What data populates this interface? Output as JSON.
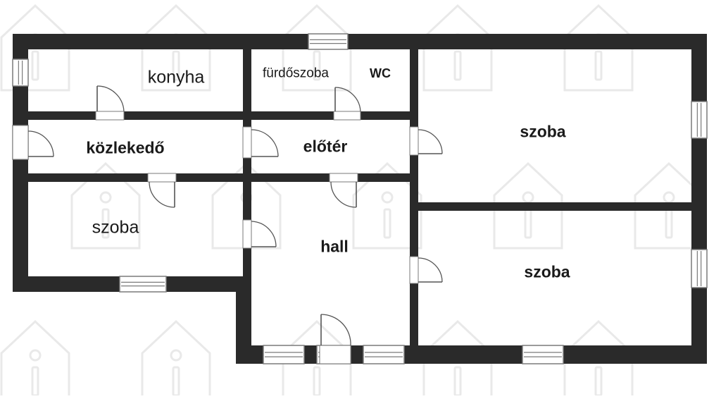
{
  "colors": {
    "wall": "#2a2a2a",
    "background": "#ffffff",
    "watermark": "#e9e9e9",
    "window_frame": "#7a7a7a",
    "door_line": "#555555"
  },
  "icons": {
    "watermark": "house-i-watermark-icon",
    "door": "door-swing-icon",
    "window": "window-icon"
  },
  "rooms": {
    "kitchen": "konyha",
    "bathroom": "fürdőszoba",
    "wc": "WC",
    "corridor": "közlekedő",
    "entry": "előtér",
    "room_left": "szoba",
    "hall": "hall",
    "room_top_right": "szoba",
    "room_bottom_right": "szoba"
  }
}
